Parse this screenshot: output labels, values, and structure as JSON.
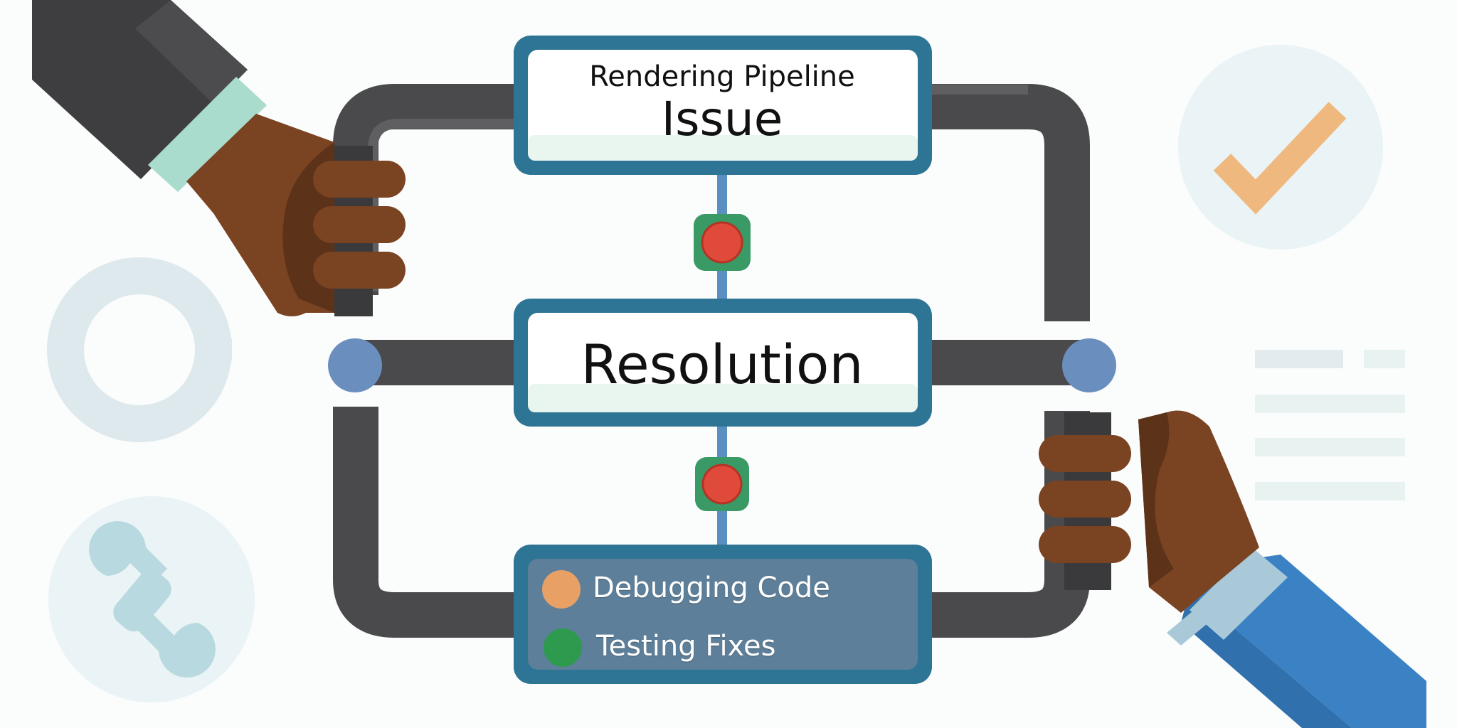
{
  "issue_box": {
    "subtitle": "Rendering Pipeline",
    "title": "Issue"
  },
  "resolution_box": {
    "title": "Resolution"
  },
  "legend": [
    {
      "label": "Debugging Code",
      "color": "#e8a065"
    },
    {
      "label": "Testing Fixes",
      "color": "#2e9a4e"
    }
  ],
  "colors": {
    "frame_border": "#2e7494",
    "pipe": "#4a4a4c",
    "node": "#6a8fbf",
    "valve_body": "#3a9a66",
    "valve_core": "#e04a3a",
    "legend_panel": "#5e7f99"
  },
  "icons": [
    "gear-icon",
    "wrench-icon",
    "checkmark-icon",
    "text-lines-icon"
  ]
}
